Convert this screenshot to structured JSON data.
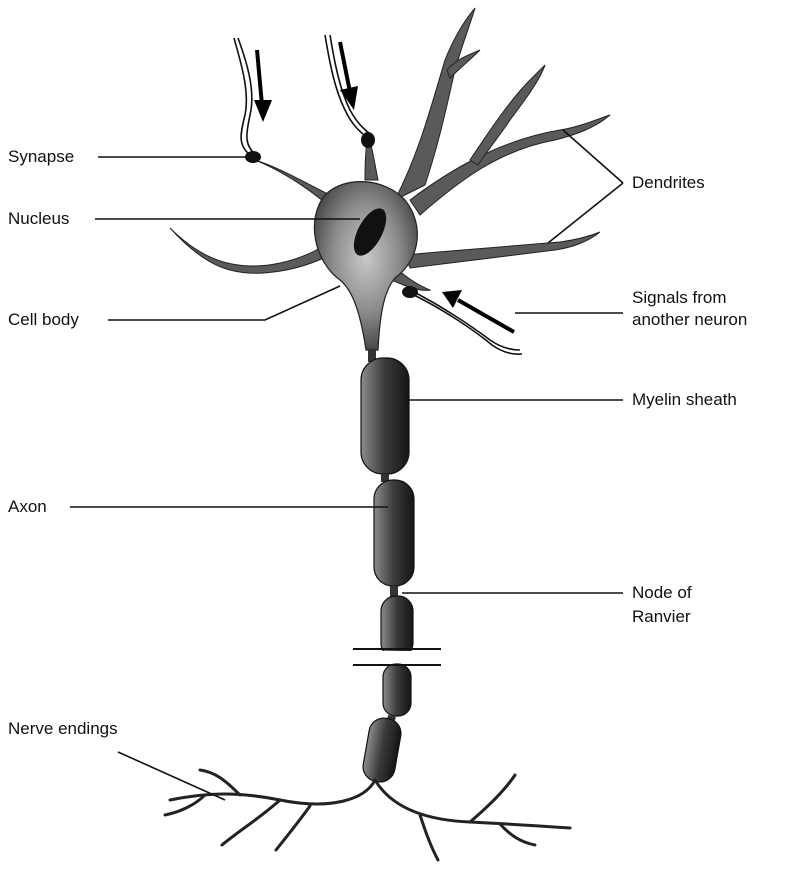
{
  "labels": {
    "synapse": "Synapse",
    "nucleus": "Nucleus",
    "cell_body": "Cell body",
    "dendrites": "Dendrites",
    "signals_line1": "Signals from",
    "signals_line2": "another neuron",
    "myelin_sheath": "Myelin sheath",
    "axon": "Axon",
    "node_line1": "Node of",
    "node_line2": "Ranvier",
    "nerve_endings": "Nerve endings"
  },
  "colors": {
    "line": "#111111",
    "cell_fill": "#4a4a4a",
    "cell_light": "#b8b8b8"
  }
}
